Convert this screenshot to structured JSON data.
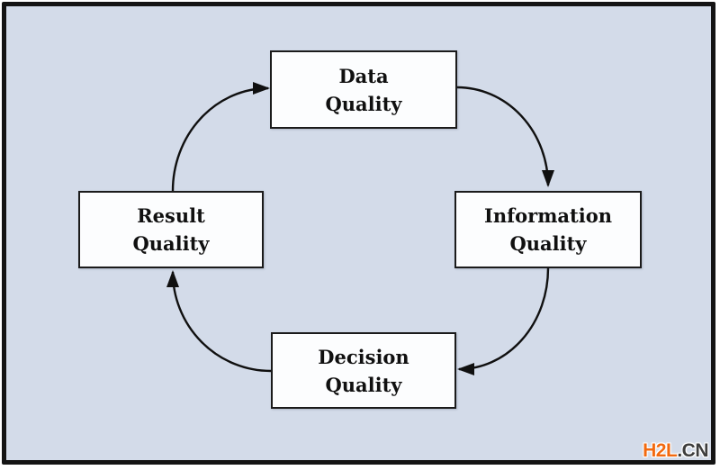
{
  "diagram": {
    "type": "cycle",
    "background_color": "#d3dbe9",
    "frame_color": "#141414",
    "node_fill": "#fcfdfe",
    "node_border_color": "#1b1b1b",
    "arrow_color": "#101010",
    "nodes": [
      {
        "id": "data-quality",
        "line1": "Data",
        "line2": "Quality"
      },
      {
        "id": "information-quality",
        "line1": "Information",
        "line2": "Quality"
      },
      {
        "id": "decision-quality",
        "line1": "Decision",
        "line2": "Quality"
      },
      {
        "id": "result-quality",
        "line1": "Result",
        "line2": "Quality"
      }
    ],
    "edges": [
      {
        "from": "Data Quality",
        "to": "Information Quality"
      },
      {
        "from": "Information Quality",
        "to": "Decision Quality"
      },
      {
        "from": "Decision Quality",
        "to": "Result Quality"
      },
      {
        "from": "Result Quality",
        "to": "Data Quality"
      }
    ]
  },
  "watermark": {
    "brand": "H2L",
    "suffix": ".CN",
    "brand_color": "#f2690f",
    "suffix_color": "#3d3d3d"
  }
}
